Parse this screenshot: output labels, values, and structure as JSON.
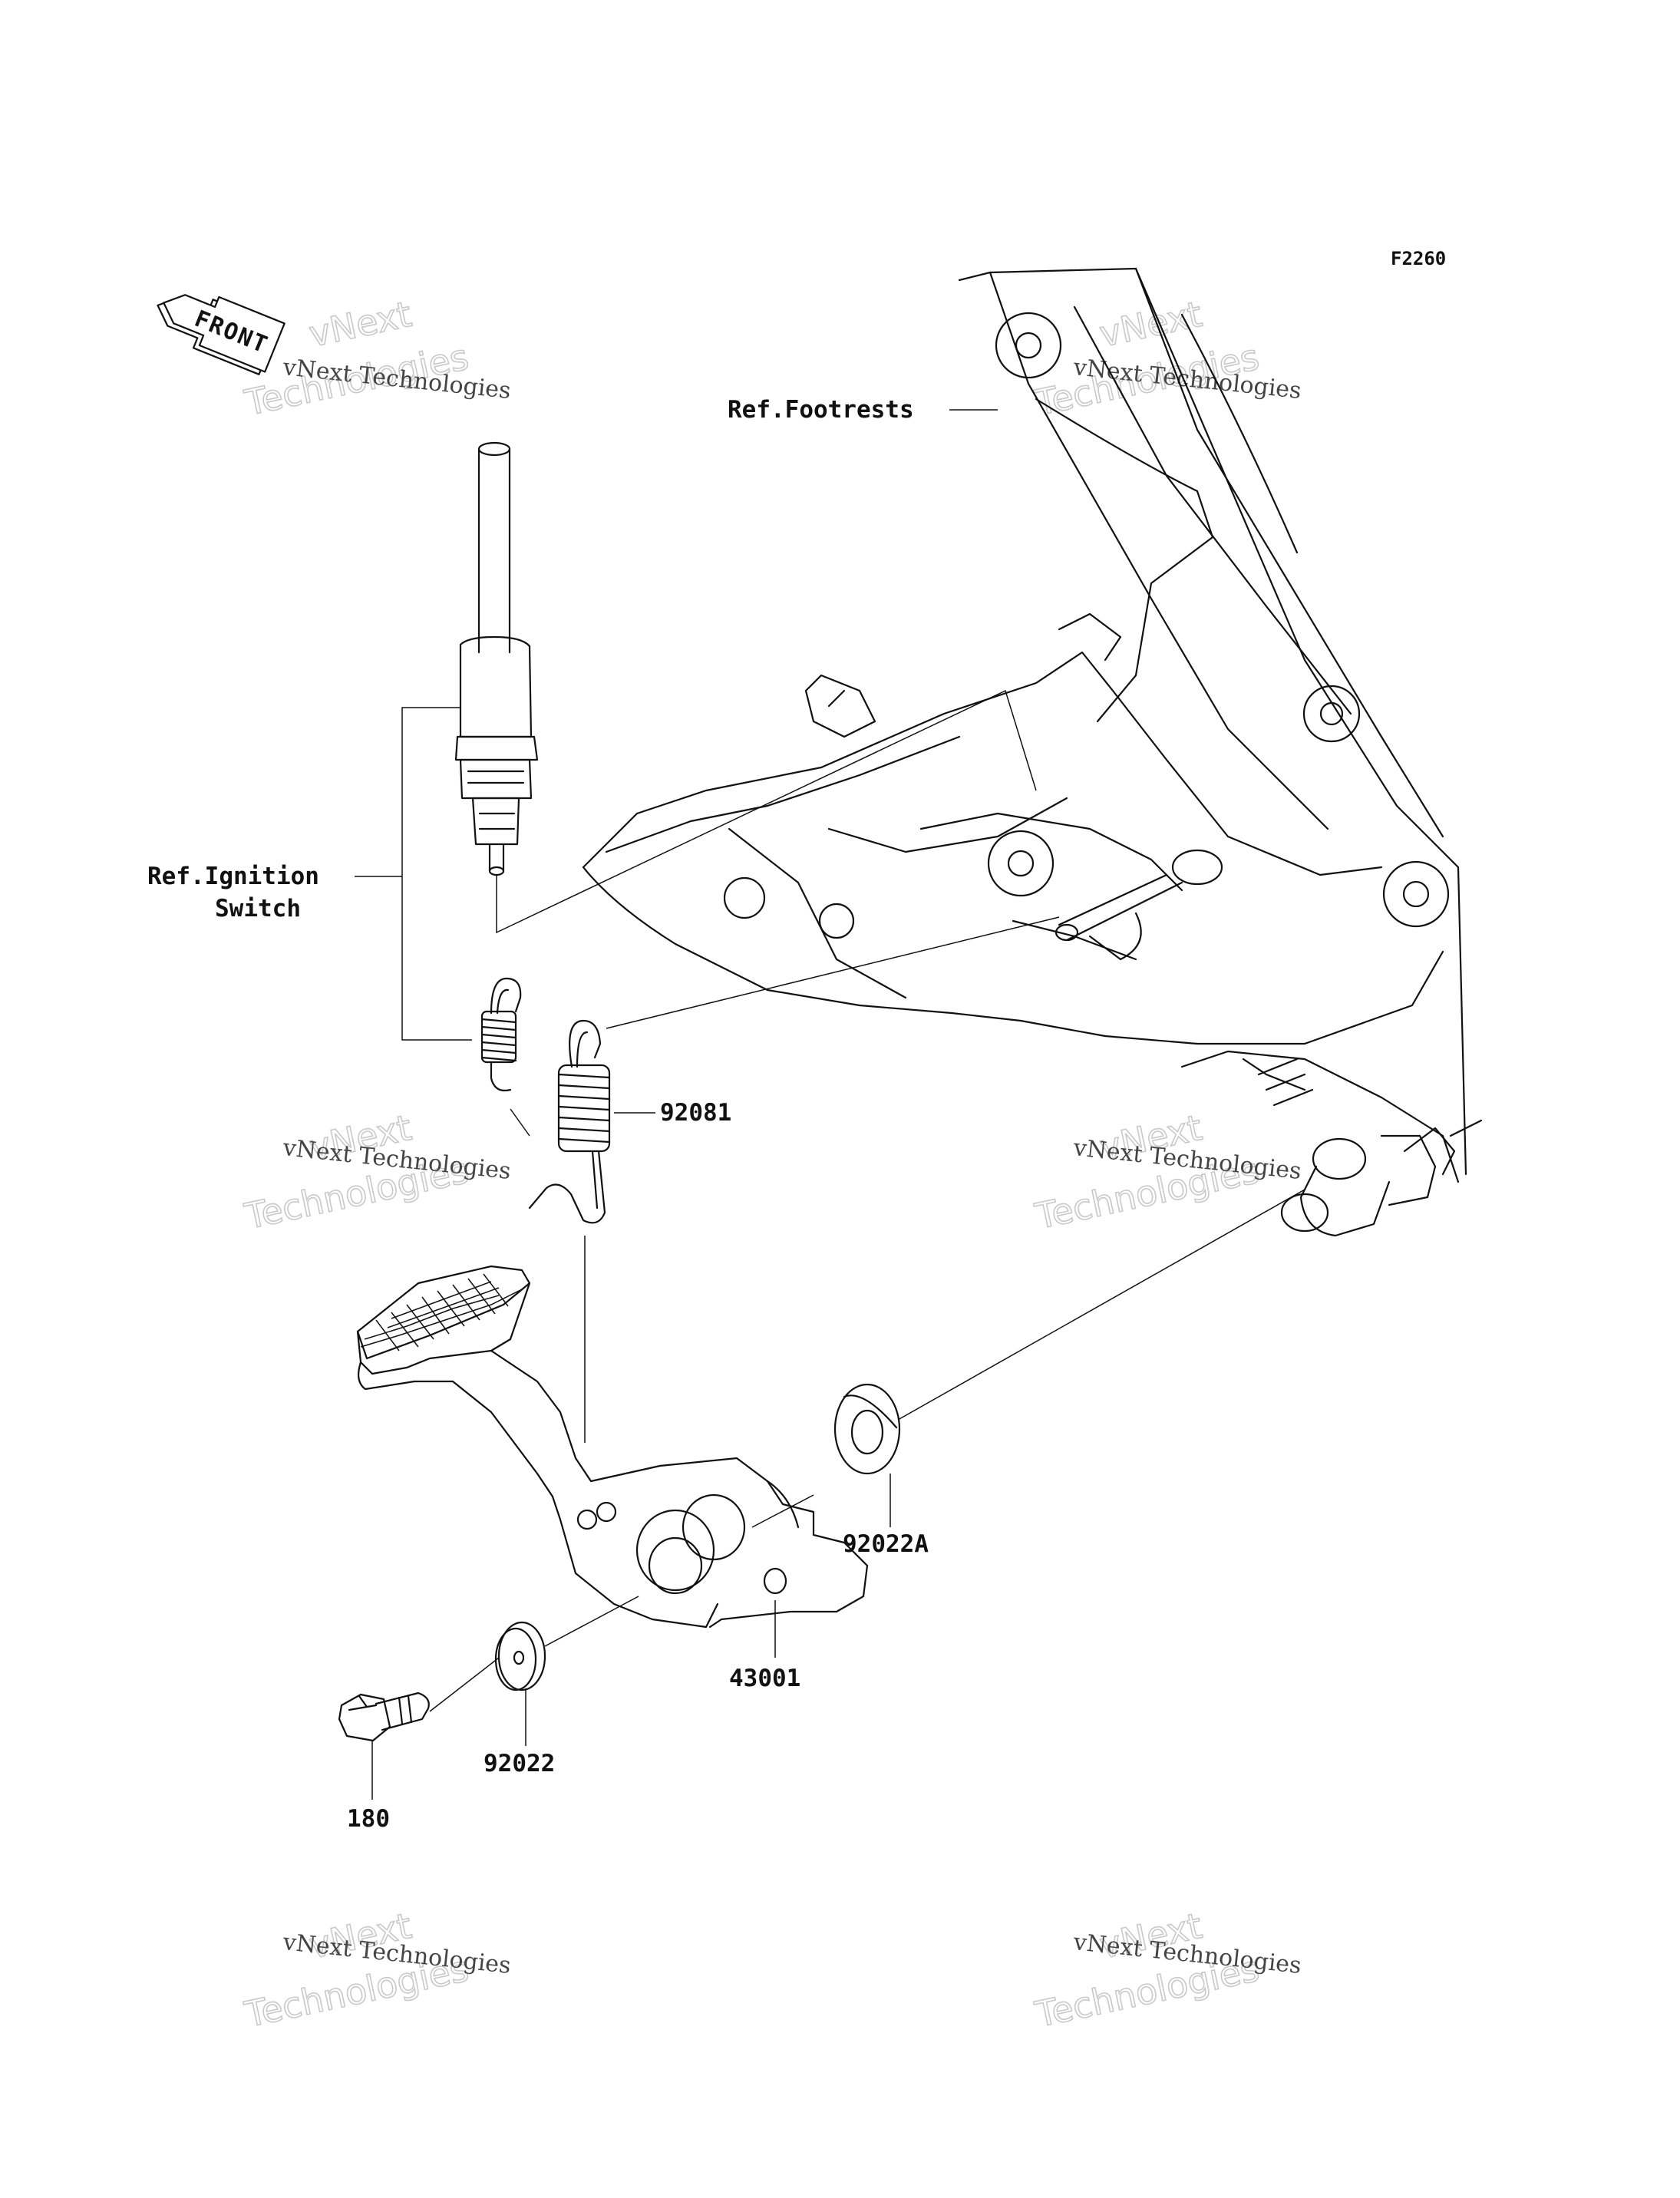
{
  "diagram": {
    "code": "F2260",
    "front_label": "FRONT",
    "labels": {
      "ref_footrests": "Ref.Footrests",
      "ref_ignition_line1": "Ref.Ignition",
      "ref_ignition_line2": "Switch",
      "part_92081": "92081",
      "part_92022a": "92022A",
      "part_43001": "43001",
      "part_92022": "92022",
      "part_180": "180"
    }
  },
  "watermarks": [
    {
      "small": "vNext Technologies",
      "big1": "vNext",
      "big2": "Technologies"
    },
    {
      "small": "vNext Technologies",
      "big1": "vNext",
      "big2": "Technologies"
    },
    {
      "small": "vNext Technologies",
      "big1": "vNext",
      "big2": "Technologies"
    },
    {
      "small": "vNext Technologies",
      "big1": "vNext",
      "big2": "Technologies"
    },
    {
      "small": "vNext Technologies",
      "big1": "vNext",
      "big2": "Technologies"
    },
    {
      "small": "vNext Technologies",
      "big1": "vNext",
      "big2": "Technologies"
    }
  ]
}
